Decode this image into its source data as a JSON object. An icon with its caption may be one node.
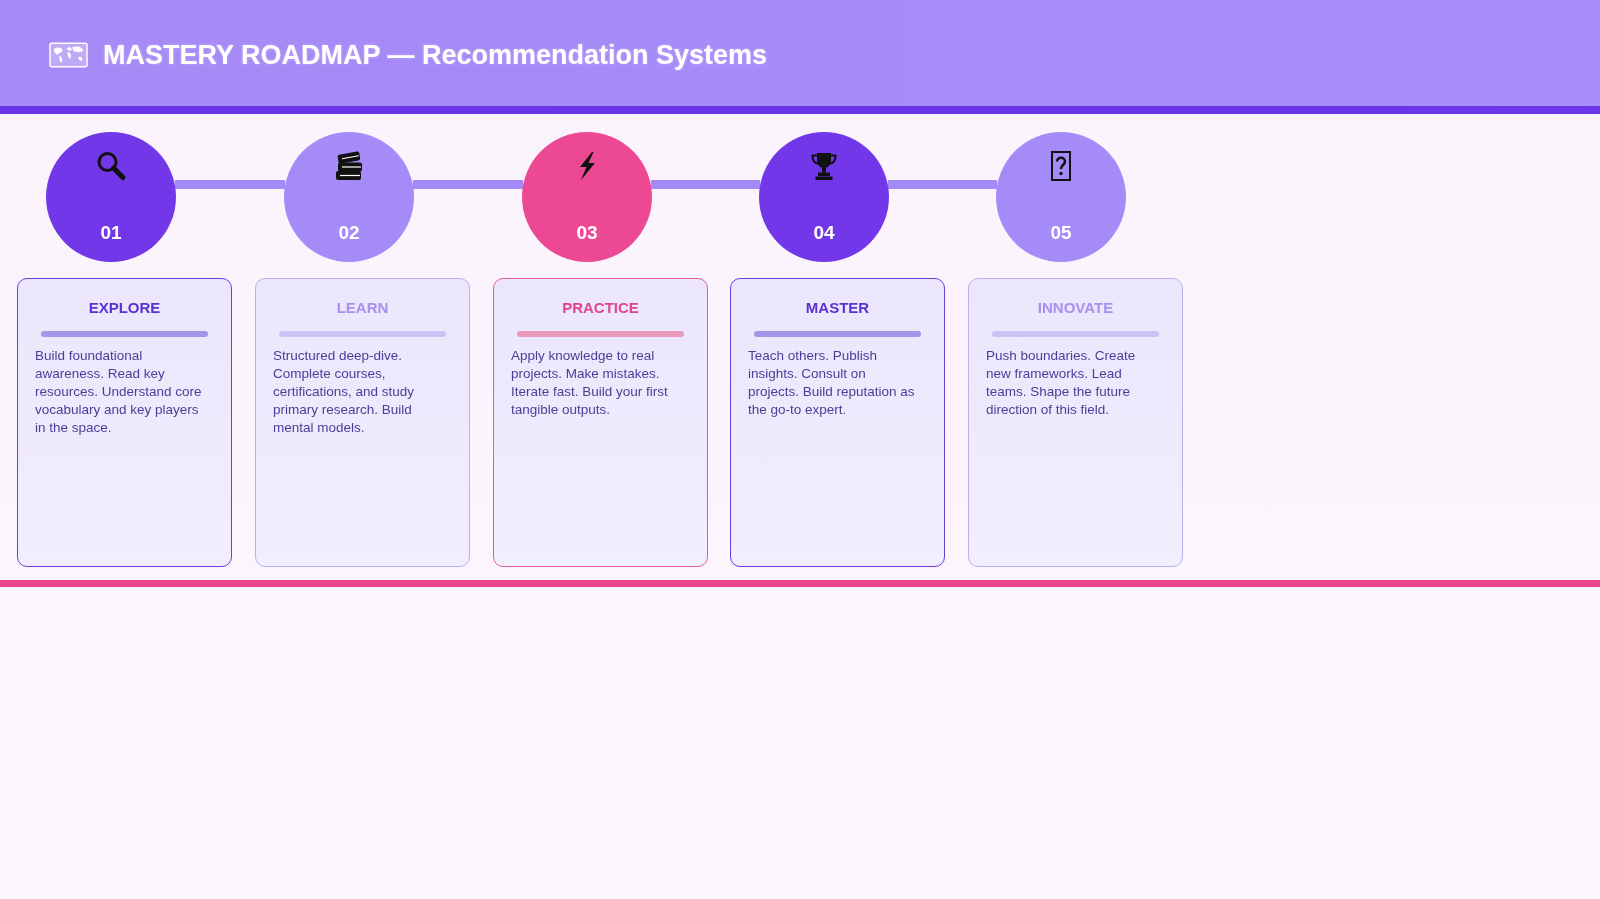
{
  "diagram": {
    "title": "MASTERY ROADMAP — Recommendation Systems",
    "nodes": [
      {
        "text": [
          "01"
        ]
      },
      {
        "text": [
          "02"
        ]
      },
      {
        "text": [
          "03"
        ]
      },
      {
        "text": [
          "04"
        ]
      },
      {
        "text": [
          "05"
        ]
      },
      {
        "text": [
          "EXPLORE",
          "Build foundational awareness. Read key resources. Understand core vocabulary and key players in the space."
        ]
      },
      {
        "text": [
          "LEARN",
          "Structured deep-dive. Complete courses, certifications, and study primary research. Build mental models."
        ]
      },
      {
        "text": [
          "PRACTICE",
          "Apply knowledge to real projects. Make mistakes. Iterate fast. Build your first tangible outputs."
        ]
      },
      {
        "text": [
          "MASTER",
          "Teach others. Publish insights. Consult on projects. Build reputation as the go-to expert."
        ]
      },
      {
        "text": [
          "INNOVATE",
          "Push boundaries. Create new frameworks. Lead teams. Shape the future direction of this field."
        ]
      }
    ],
    "edges": [
      {
        "from": 0,
        "to": 1,
        "arrow": "none"
      },
      {
        "from": 1,
        "to": 2,
        "arrow": "none"
      },
      {
        "from": 2,
        "to": 3,
        "arrow": "none"
      },
      {
        "from": 3,
        "to": 4,
        "arrow": "none"
      }
    ]
  }
}
